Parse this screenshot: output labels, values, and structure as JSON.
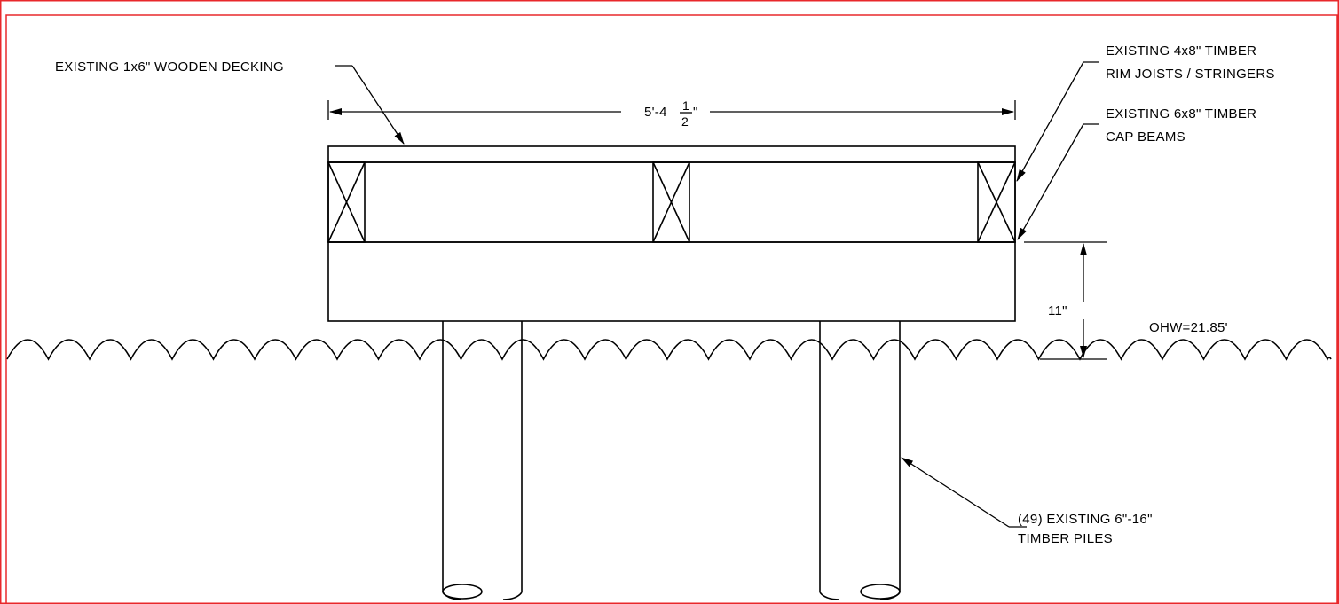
{
  "labels": {
    "decking": "EXISTING 1x6\" WOODEN DECKING",
    "rim_line1": "EXISTING 4x8\" TIMBER",
    "rim_line2": "RIM JOISTS / STRINGERS",
    "cap_line1": "EXISTING 6x8\" TIMBER",
    "cap_line2": "CAP BEAMS",
    "piles_line1": "(49) EXISTING 6\"-16\"",
    "piles_line2": "TIMBER PILES",
    "ohw": "OHW=21.85'"
  },
  "dimensions": {
    "width_main": "5'-4",
    "width_frac_num": "1",
    "width_frac_den": "2",
    "width_inch_mark": "\"",
    "height": "11\""
  },
  "colors": {
    "frame": "#e8282b",
    "lines": "#000000"
  }
}
